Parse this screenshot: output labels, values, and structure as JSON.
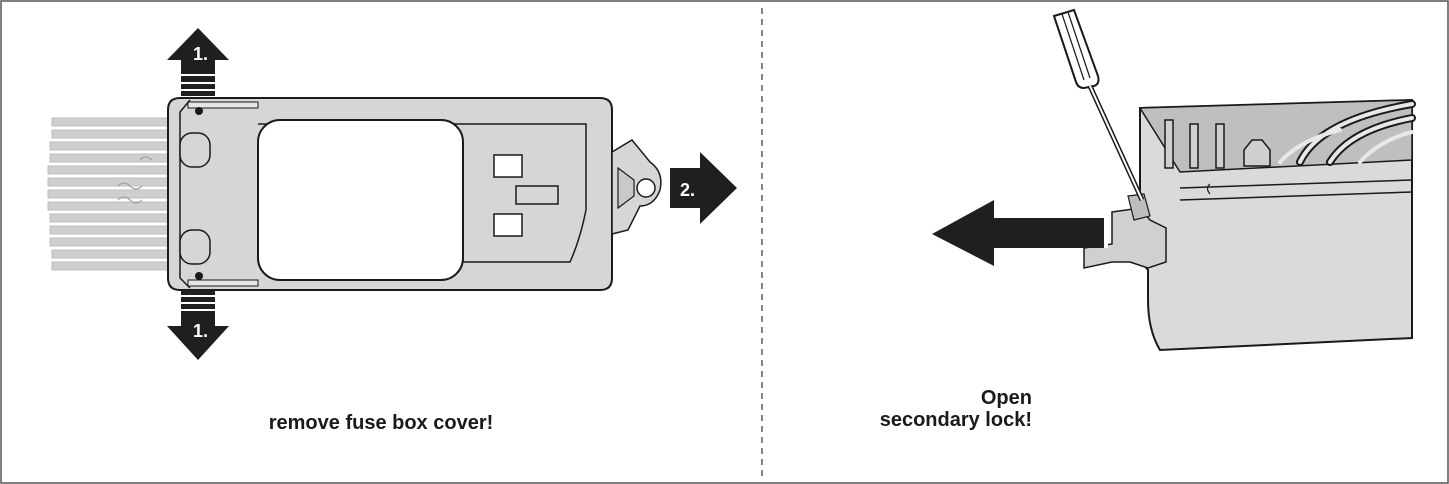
{
  "left_panel": {
    "step1_label_top": "1.",
    "step1_label_bottom": "1.",
    "step2_label": "2.",
    "caption": "remove fuse box cover!"
  },
  "right_panel": {
    "caption_line1": "Open",
    "caption_line2": "secondary lock!"
  },
  "colors": {
    "border": "#555555",
    "part_fill": "#d9d9d9",
    "part_stroke": "#1a1a1a",
    "arrow_fill": "#1f1f1f",
    "wire_fill": "#c8c8c8"
  }
}
